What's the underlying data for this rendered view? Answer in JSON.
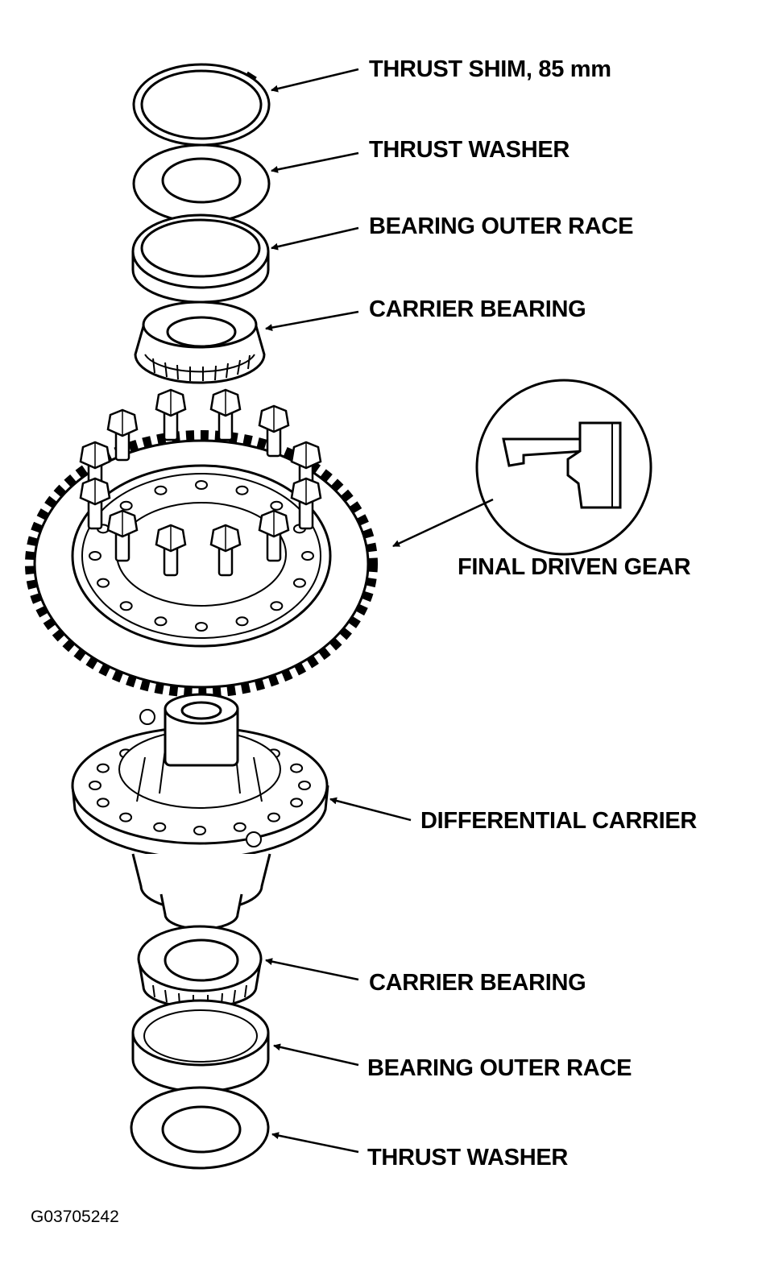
{
  "labels": {
    "thrust_shim_top": "THRUST SHIM, 85 mm",
    "thrust_washer_top": "THRUST WASHER",
    "bearing_outer_race_top": "BEARING OUTER RACE",
    "carrier_bearing_top": "CARRIER BEARING",
    "final_driven_gear": "FINAL DRIVEN GEAR",
    "differential_carrier": "DIFFERENTIAL CARRIER",
    "carrier_bearing_bottom": "CARRIER BEARING",
    "bearing_outer_race_bottom": "BEARING OUTER RACE",
    "thrust_washer_bottom": "THRUST WASHER"
  },
  "figure_code": "G03705242"
}
